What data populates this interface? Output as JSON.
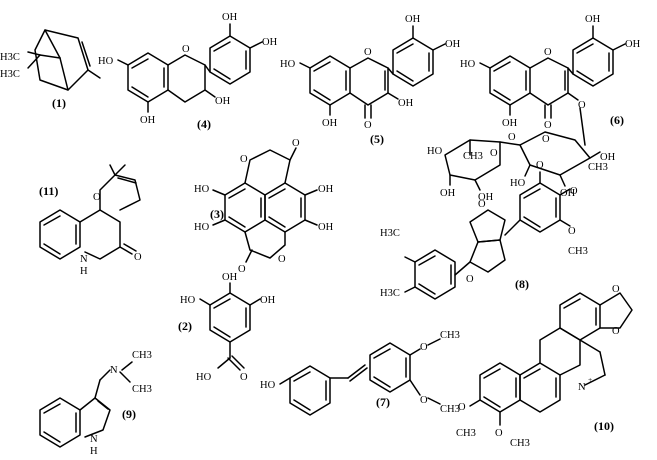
{
  "compounds": [
    {
      "id": "1",
      "label": "(1)",
      "atoms": [
        "H3C",
        "H3C"
      ]
    },
    {
      "id": "2",
      "label": "(2)",
      "atoms": [
        "OH",
        "HO",
        "OH",
        "HO",
        "O"
      ]
    },
    {
      "id": "3",
      "label": "(3)",
      "atoms": [
        "O",
        "O",
        "HO",
        "HO",
        "O",
        "O",
        "OH",
        "OH"
      ]
    },
    {
      "id": "4",
      "label": "(4)",
      "atoms": [
        "OH",
        "OH",
        "HO",
        "O",
        "OH",
        "OH"
      ]
    },
    {
      "id": "5",
      "label": "(5)",
      "atoms": [
        "OH",
        "OH",
        "HO",
        "O",
        "OH",
        "OH",
        "O"
      ]
    },
    {
      "id": "6",
      "label": "(6)",
      "atoms": [
        "OH",
        "OH",
        "HO",
        "O",
        "O",
        "OH",
        "O",
        "O",
        "O",
        "CH3",
        "O",
        "HO",
        "OH",
        "OH",
        "HO",
        "OH",
        "OH"
      ]
    },
    {
      "id": "7",
      "label": "(7)",
      "atoms": [
        "HO",
        "O",
        "CH3",
        "O",
        "CH3"
      ]
    },
    {
      "id": "8",
      "label": "(8)",
      "atoms": [
        "O",
        "O",
        "O",
        "O",
        "O",
        "H3C",
        "H3C",
        "CH3",
        "CH3"
      ]
    },
    {
      "id": "9",
      "label": "(9)",
      "atoms": [
        "N",
        "CH3",
        "CH3",
        "N",
        "H"
      ]
    },
    {
      "id": "10",
      "label": "(10)",
      "atoms": [
        "O",
        "O",
        "N",
        "+",
        "O",
        "O",
        "CH3",
        "CH3"
      ]
    },
    {
      "id": "11",
      "label": "(11)",
      "atoms": [
        "O",
        "N",
        "H",
        "O"
      ]
    }
  ]
}
